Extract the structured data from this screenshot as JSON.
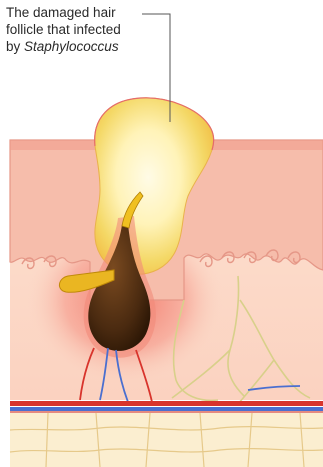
{
  "label": {
    "line1": "The damaged hair",
    "line2": "follicle that infected",
    "line3_prefix": "by ",
    "line3_italic": "Staphylococcus"
  },
  "colors": {
    "epidermis": "#f8c8b8",
    "epidermis_edge": "#e9998c",
    "dermis": "#fbd9c8",
    "inflammation": "#f07a6e",
    "pus_light": "#fff6cc",
    "pus_yellow": "#f3d35a",
    "hair_bulb": "#4a2a10",
    "hair_shaft": "#f0c020",
    "sebaceous_gland": "#e7b21a",
    "artery": "#d8342c",
    "vein": "#4a6fd0",
    "nerve": "#d6d08a",
    "fat": "#fbeed0",
    "fat_outline": "#e6c98a"
  }
}
